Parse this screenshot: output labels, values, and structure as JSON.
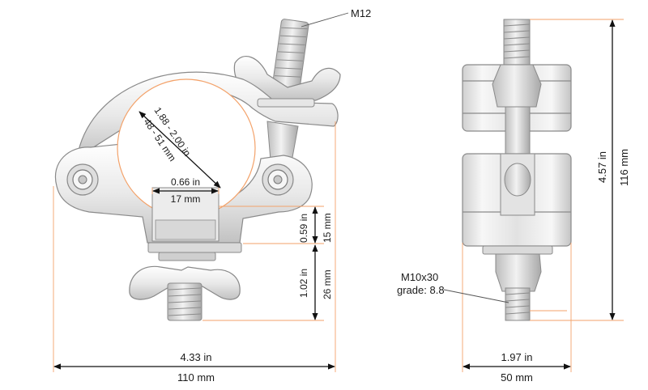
{
  "labels": {
    "thread_top": "M12",
    "bolt_spec_1": "M10x30",
    "bolt_spec_2": "grade: 8.8"
  },
  "dimensions": {
    "tube_diameter_in": "1.88 - 2.00 in",
    "tube_diameter_mm": "48 - 51 mm",
    "slot_width_in": "0.66 in",
    "slot_width_mm": "17 mm",
    "jaw_gap_in": "0.59 in",
    "jaw_gap_mm": "15 mm",
    "bolt_length_in": "1.02 in",
    "bolt_length_mm": "26 mm",
    "front_width_in": "4.33 in",
    "front_width_mm": "110 mm",
    "side_width_in": "1.97 in",
    "side_width_mm": "50 mm",
    "height_in": "4.57 in",
    "height_mm": "116 mm"
  },
  "colors": {
    "metal_light": "#f4f4f4",
    "metal_mid": "#d9d9d9",
    "metal_dark": "#a9a9a9",
    "extension_lines": "#f3a26a",
    "dimension_lines": "#111111"
  }
}
